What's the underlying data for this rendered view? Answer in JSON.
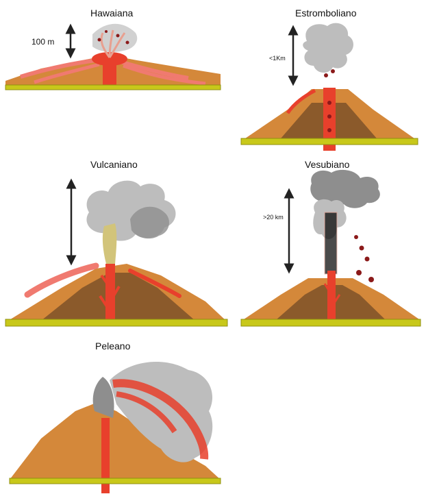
{
  "diagram": {
    "panels": [
      {
        "id": "hawaiana",
        "title": "Hawaiana",
        "scale_label": "100 m"
      },
      {
        "id": "estromboliano",
        "title": "Estromboliano",
        "scale_label": "<1Km"
      },
      {
        "id": "vulcaniano",
        "title": "Vulcaniano",
        "scale_label": ""
      },
      {
        "id": "vesubiano",
        "title": "Vesubiano",
        "scale_label": ">20 km"
      },
      {
        "id": "peleano",
        "title": "Peleano",
        "scale_label": ""
      }
    ],
    "colors": {
      "ground": "#C8C81A",
      "ground_edge": "#8F8F10",
      "cone": "#D4883A",
      "cone_dark": "#8B5A2B",
      "lava": "#E8402C",
      "lava_light": "#F07A70",
      "ash": "#BDBDBD",
      "ash_dark": "#8E8E8E",
      "bombs": "#8B1A1A",
      "gas": "#D2C47A",
      "plume_pink": "#E8A090"
    }
  }
}
